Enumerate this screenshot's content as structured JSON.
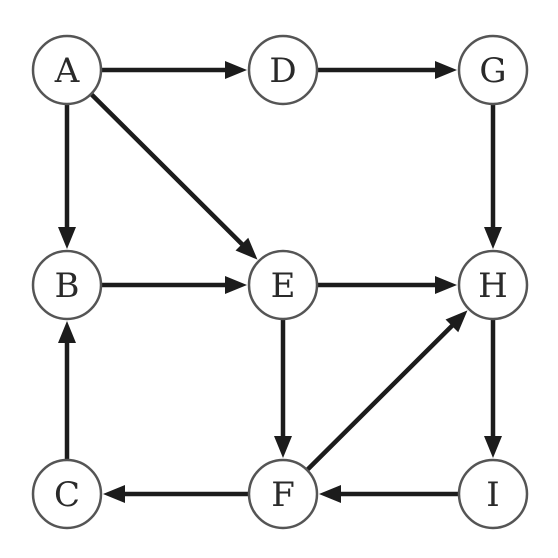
{
  "nodes": [
    {
      "id": "A",
      "label": "A",
      "row": 0,
      "col": 0
    },
    {
      "id": "D",
      "label": "D",
      "row": 0,
      "col": 1
    },
    {
      "id": "G",
      "label": "G",
      "row": 0,
      "col": 2
    },
    {
      "id": "B",
      "label": "B",
      "row": 1,
      "col": 0
    },
    {
      "id": "E",
      "label": "E",
      "row": 1,
      "col": 1
    },
    {
      "id": "H",
      "label": "H",
      "row": 1,
      "col": 2
    },
    {
      "id": "C",
      "label": "C",
      "row": 2,
      "col": 0
    },
    {
      "id": "F",
      "label": "F",
      "row": 2,
      "col": 1
    },
    {
      "id": "I",
      "label": "I",
      "row": 2,
      "col": 2
    }
  ],
  "edges": [
    {
      "from": "A",
      "to": "D"
    },
    {
      "from": "D",
      "to": "G"
    },
    {
      "from": "A",
      "to": "B"
    },
    {
      "from": "A",
      "to": "E"
    },
    {
      "from": "G",
      "to": "H"
    },
    {
      "from": "B",
      "to": "E"
    },
    {
      "from": "E",
      "to": "H"
    },
    {
      "from": "E",
      "to": "F"
    },
    {
      "from": "H",
      "to": "I"
    },
    {
      "from": "F",
      "to": "H"
    },
    {
      "from": "C",
      "to": "B"
    },
    {
      "from": "F",
      "to": "C"
    },
    {
      "from": "I",
      "to": "F"
    }
  ],
  "colors": {
    "edge": "#1c1c1c",
    "node_stroke": "#555555",
    "node_fill": "#ffffff",
    "label": "#2a2a2a"
  }
}
